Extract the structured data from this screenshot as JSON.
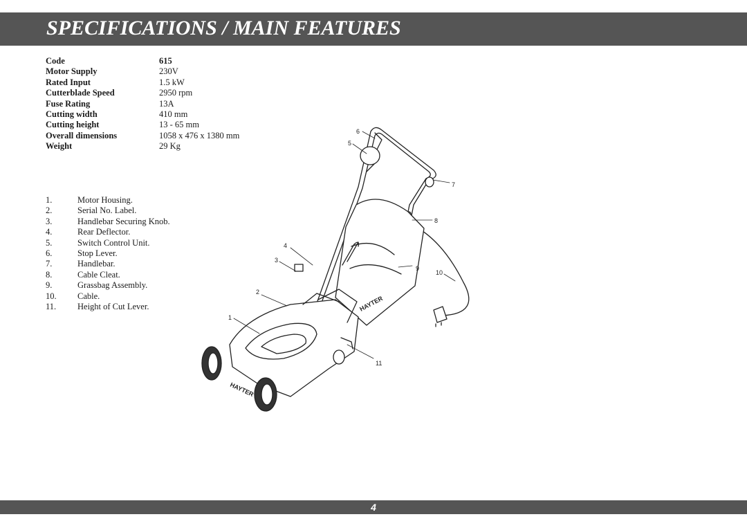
{
  "header": {
    "title": "SPECIFICATIONS / MAIN FEATURES"
  },
  "specs": [
    {
      "label": "Code",
      "value": "615"
    },
    {
      "label": "Motor Supply",
      "value": "230V"
    },
    {
      "label": "Rated Input",
      "value": "1.5 kW"
    },
    {
      "label": "Cutterblade Speed",
      "value": "2950 rpm"
    },
    {
      "label": "Fuse Rating",
      "value": "13A"
    },
    {
      "label": "Cutting width",
      "value": "410 mm"
    },
    {
      "label": "Cutting height",
      "value": "13 - 65 mm"
    },
    {
      "label": "Overall dimensions",
      "value": "1058 x 476 x 1380 mm"
    },
    {
      "label": "Weight",
      "value": "29 Kg"
    }
  ],
  "parts": [
    {
      "num": "1.",
      "name": "Motor Housing."
    },
    {
      "num": "2.",
      "name": "Serial No. Label."
    },
    {
      "num": "3.",
      "name": "Handlebar Securing Knob."
    },
    {
      "num": "4.",
      "name": "Rear Deflector."
    },
    {
      "num": "5.",
      "name": "Switch Control Unit."
    },
    {
      "num": "6.",
      "name": "Stop Lever."
    },
    {
      "num": "7.",
      "name": "Handlebar."
    },
    {
      "num": "8.",
      "name": "Cable Cleat."
    },
    {
      "num": "9.",
      "name": "Grassbag Assembly."
    },
    {
      "num": "10.",
      "name": "Cable."
    },
    {
      "num": "11.",
      "name": "Height of Cut Lever."
    }
  ],
  "diagram": {
    "callouts": [
      "1",
      "2",
      "3",
      "4",
      "5",
      "6",
      "7",
      "8",
      "9",
      "10",
      "11"
    ],
    "brand_text": "HAYTER"
  },
  "footer": {
    "page_number": "4"
  },
  "colors": {
    "band": "#555555",
    "band_text": "#ffffff",
    "body_text": "#1a1a1a"
  }
}
